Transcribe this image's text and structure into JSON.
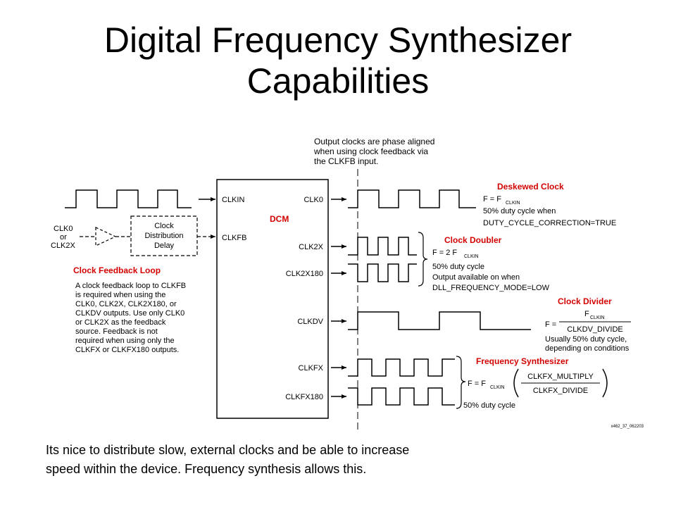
{
  "slide": {
    "title_line1": "Digital Frequency Synthesizer",
    "title_line2": "Capabilities",
    "caption_line1": "Its nice to distribute slow, external clocks and be able to increase",
    "caption_line2": "speed within the device.  Frequency synthesis allows this."
  },
  "diagram": {
    "colors": {
      "red_heading": "#d40000",
      "line": "#000000"
    },
    "top_note": [
      "Output clocks are phase aligned",
      "when using clock feedback via",
      "the CLKFB input."
    ],
    "dcm": {
      "label": "DCM",
      "inputs": [
        "CLKIN",
        "CLKFB"
      ],
      "outputs": [
        "CLK0",
        "CLK2X",
        "CLK2X180",
        "CLKDV",
        "CLKFX",
        "CLKFX180"
      ]
    },
    "clk_src": [
      "CLK0",
      "or",
      "CLK2X"
    ],
    "delay_box": [
      "Clock",
      "Distribution",
      "Delay"
    ],
    "feedback": {
      "heading": "Clock Feedback Loop",
      "lines": [
        "A clock feedback loop to CLKFB",
        "is required when using the",
        "CLK0, CLK2X, CLK2X180, or",
        "CLKDV outputs.  Use only CLK0",
        "or CLK2X as the feedback",
        "source.  Feedback is not",
        "required when using only the",
        "CLKFX or CLKFX180 outputs."
      ]
    },
    "deskewed": {
      "heading": "Deskewed Clock",
      "formula": "F = F",
      "sub": "CLKIN",
      "lines": [
        "50% duty cycle when",
        "DUTY_CYCLE_CORRECTION=TRUE"
      ]
    },
    "doubler": {
      "heading": "Clock Doubler",
      "formula": "F = 2 F",
      "sub": "CLKIN",
      "lines": [
        "50% duty cycle",
        "Output available on when",
        "DLL_FREQUENCY_MODE=LOW"
      ]
    },
    "divider": {
      "heading": "Clock Divider",
      "lhs": "F =",
      "num": "F",
      "num_sub": "CLKIN",
      "den": "CLKDV_DIVIDE",
      "lines": [
        "Usually 50% duty cycle,",
        "depending on conditions"
      ]
    },
    "synth": {
      "heading": "Frequency Synthesizer",
      "formula": "F = F",
      "sub": "CLKIN",
      "num": "CLKFX_MULTIPLY",
      "den": "CLKFX_DIVIDE",
      "lines": [
        "50% duty cycle"
      ]
    },
    "figure_id": "x462_37_062203"
  }
}
